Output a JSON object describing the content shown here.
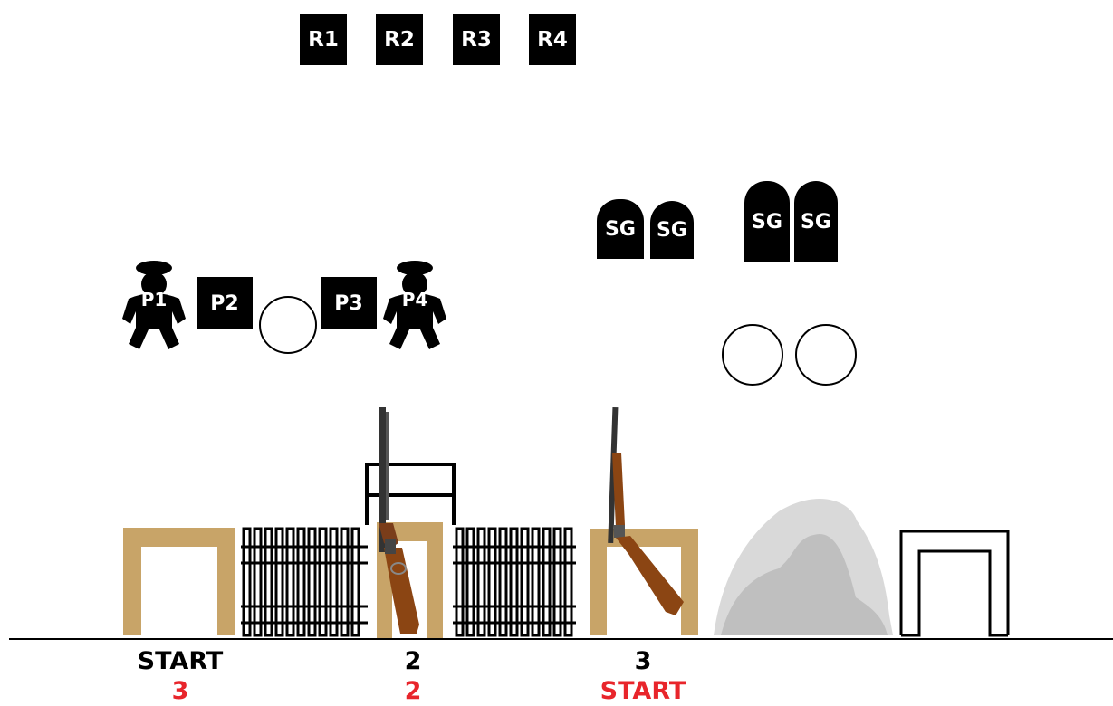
{
  "rifle_targets": [
    "R1",
    "R2",
    "R3",
    "R4"
  ],
  "pistol_targets": [
    "P1",
    "P2",
    "P3",
    "P4"
  ],
  "shotgun_targets": [
    "SG",
    "SG",
    "SG",
    "SG"
  ],
  "stations": [
    {
      "label": "START",
      "order": "3"
    },
    {
      "label": "2",
      "order": "2"
    },
    {
      "label": "3",
      "order": "START"
    }
  ],
  "colors": {
    "target": "#000000",
    "table": "#c8a468",
    "rock_light": "#d9d9d9",
    "rock_dark": "#bfbfbf",
    "order_text": "#e8252b"
  },
  "icons": [
    "bad-guy-silhouette-icon",
    "rifle-icon",
    "shotgun-icon",
    "fence-icon",
    "rock-icon",
    "door-frame-icon",
    "window-frame-icon"
  ]
}
